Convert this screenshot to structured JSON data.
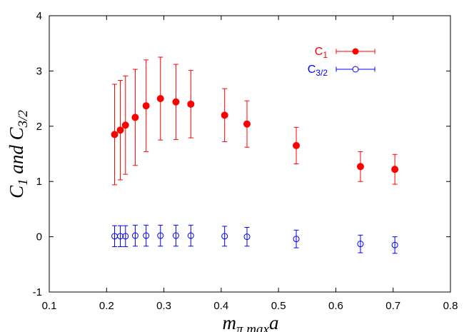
{
  "chart_data": {
    "type": "scatter",
    "xlim": [
      0.1,
      0.8
    ],
    "ylim": [
      -1,
      4
    ],
    "xticks": [
      0.1,
      0.2,
      0.3,
      0.4,
      0.5,
      0.6,
      0.7,
      0.8
    ],
    "yticks": [
      -1,
      0,
      1,
      2,
      3,
      4
    ],
    "xtick_labels": [
      "0.1",
      "0.2",
      "0.3",
      "0.4",
      "0.5",
      "0.6",
      "0.7",
      "0.8"
    ],
    "ytick_labels": [
      "-1",
      "0",
      "1",
      "2",
      "3",
      "4"
    ],
    "xlabel": {
      "main": "m",
      "sub": "π,max",
      "tail": "a"
    },
    "ylabel": {
      "a": "C",
      "a_sub": "1",
      "mid": " and C",
      "b_sub": "3/2"
    },
    "legend_position": "top-right",
    "grid": false,
    "series": [
      {
        "name": "C",
        "name_sub": "1",
        "color": "#ff0000",
        "marker": "filled-circle",
        "x": [
          0.214,
          0.224,
          0.233,
          0.25,
          0.269,
          0.294,
          0.321,
          0.347,
          0.406,
          0.445,
          0.531,
          0.643,
          0.703
        ],
        "y": [
          1.85,
          1.93,
          2.02,
          2.16,
          2.37,
          2.5,
          2.44,
          2.4,
          2.2,
          2.04,
          1.65,
          1.27,
          1.22
        ],
        "err": [
          0.91,
          0.9,
          0.89,
          0.87,
          0.83,
          0.75,
          0.68,
          0.61,
          0.48,
          0.42,
          0.33,
          0.27,
          0.27
        ]
      },
      {
        "name": "C",
        "name_sub": "3/2",
        "color": "#0000ff",
        "marker": "open-circle",
        "x": [
          0.214,
          0.224,
          0.233,
          0.25,
          0.269,
          0.294,
          0.321,
          0.347,
          0.406,
          0.445,
          0.531,
          0.643,
          0.703
        ],
        "y": [
          0.01,
          0.01,
          0.01,
          0.02,
          0.02,
          0.02,
          0.02,
          0.02,
          0.01,
          0.0,
          -0.04,
          -0.13,
          -0.15
        ],
        "err": [
          0.19,
          0.19,
          0.19,
          0.19,
          0.19,
          0.19,
          0.19,
          0.19,
          0.18,
          0.17,
          0.16,
          0.16,
          0.15
        ]
      }
    ]
  }
}
